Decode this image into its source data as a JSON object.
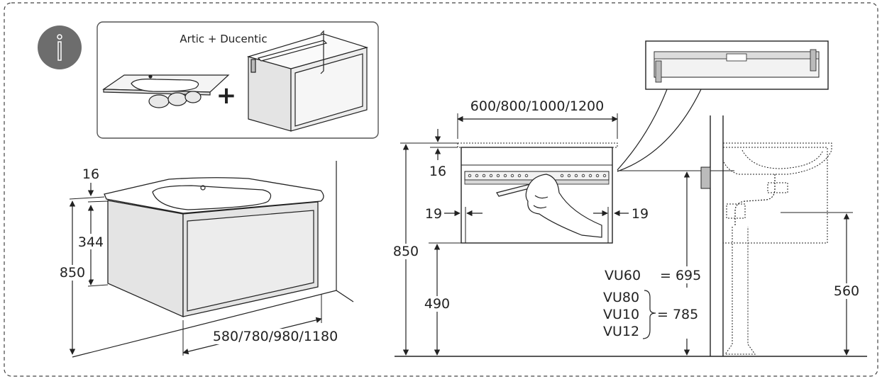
{
  "colors": {
    "ink": "#222222",
    "badge": "#6d6d6d",
    "panel_border": "#555555",
    "cabinet_fill": "#e4e4e4"
  },
  "icons": {
    "info": "info-icon",
    "plus": "plus-icon"
  },
  "inset": {
    "title": "Artic + Ducentic",
    "plus": "+"
  },
  "left_view": {
    "top_thickness": "16",
    "cabinet_height": "344",
    "total_height": "850",
    "width": "580/780/980/1180"
  },
  "front_view": {
    "width": "600/800/1000/1200",
    "top_offset": "16",
    "side_left": "19",
    "side_right": "19",
    "total_height": "850",
    "bottom_height": "490"
  },
  "side_view": {
    "vu60_label": "VU60",
    "vu60_value": "= 695",
    "vu_group": [
      "VU80",
      "VU10",
      "VU12"
    ],
    "vu_group_value": "= 785",
    "drain_height": "560"
  }
}
